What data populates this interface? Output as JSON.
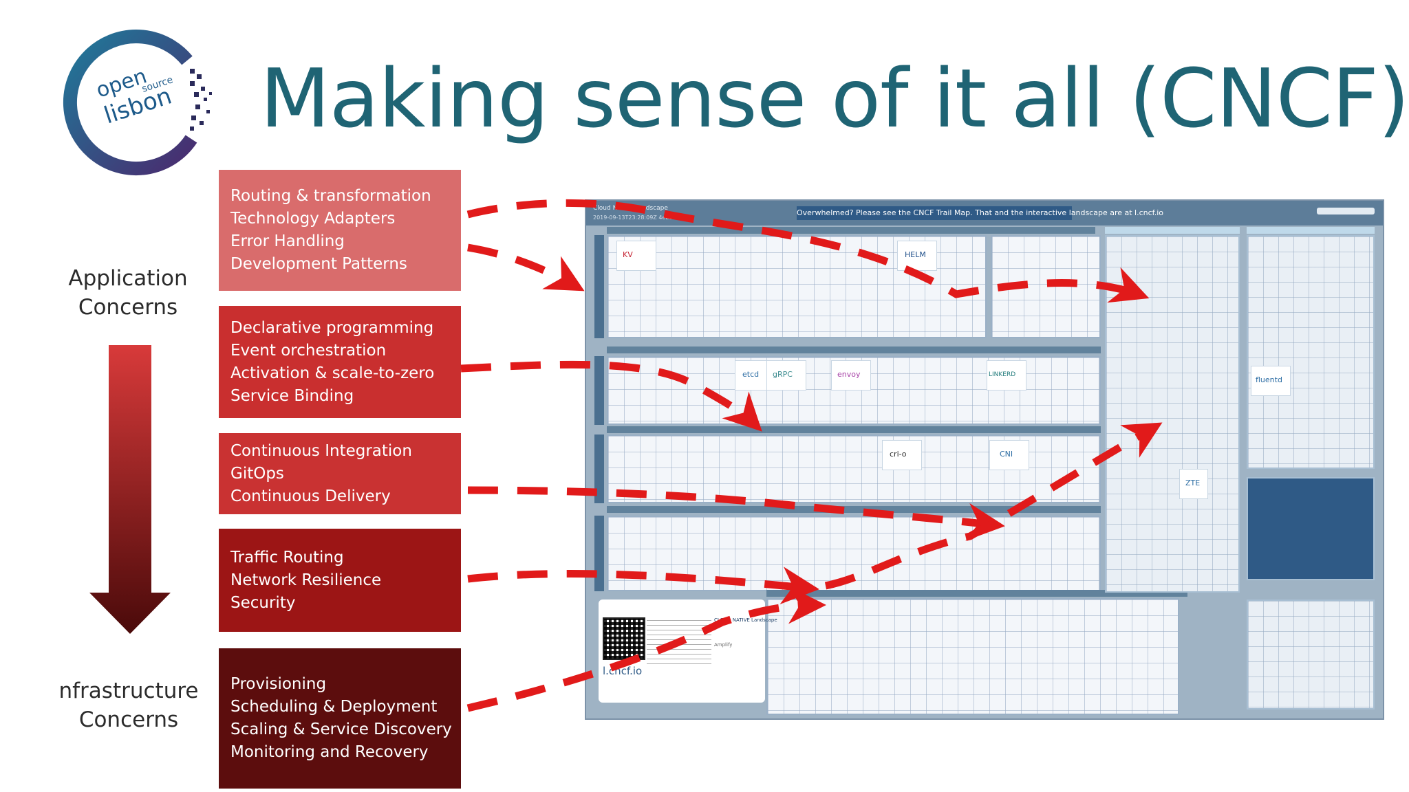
{
  "title": "Making sense of it all (CNCF)",
  "logo": {
    "text_open": "open",
    "text_source": "source",
    "text_lisbon": "lisbon"
  },
  "left_labels": {
    "top": [
      "Application",
      "Concerns"
    ],
    "bottom": [
      "nfrastructure",
      "Concerns"
    ]
  },
  "concern_boxes": [
    {
      "lines": [
        "Routing & transformation",
        "Technology Adapters",
        "Error Handling",
        "Development Patterns"
      ],
      "color": "#d96c6c"
    },
    {
      "lines": [
        "Declarative programming",
        "Event orchestration",
        "Activation & scale-to-zero",
        "Service Binding"
      ],
      "color": "#c92f2f"
    },
    {
      "lines": [
        "Continuous Integration",
        "GitOps",
        "Continuous Delivery"
      ],
      "color": "#c93232"
    },
    {
      "lines": [
        "Traffic Routing",
        "Network Resilience",
        "Security"
      ],
      "color": "#9c1515"
    },
    {
      "lines": [
        "Provisioning",
        "Scheduling & Deployment",
        "Scaling & Service Discovery",
        "Monitoring and Recovery"
      ],
      "color": "#5c0d0d"
    }
  ],
  "landscape": {
    "header_title": "Cloud Native Landscape",
    "header_date": "2019-09-13T23:28:09Z 4ebd3857",
    "banner": "Overwhelmed? Please see the CNCF Trail Map. That and the interactive landscape are at l.cncf.io",
    "url": "l.cncf.io",
    "card_logo": "CLOUD NATIVE Landscape",
    "card_logo2": "Amplify",
    "tiles": [
      "KV",
      "HELM",
      "etcd",
      "gRPC",
      "envoy",
      "LINKERD",
      "cri-o",
      "CNI",
      "fluentd",
      "ZTE"
    ]
  },
  "colors": {
    "title": "#1f6474",
    "dash_arrow": "#e11a1a"
  }
}
